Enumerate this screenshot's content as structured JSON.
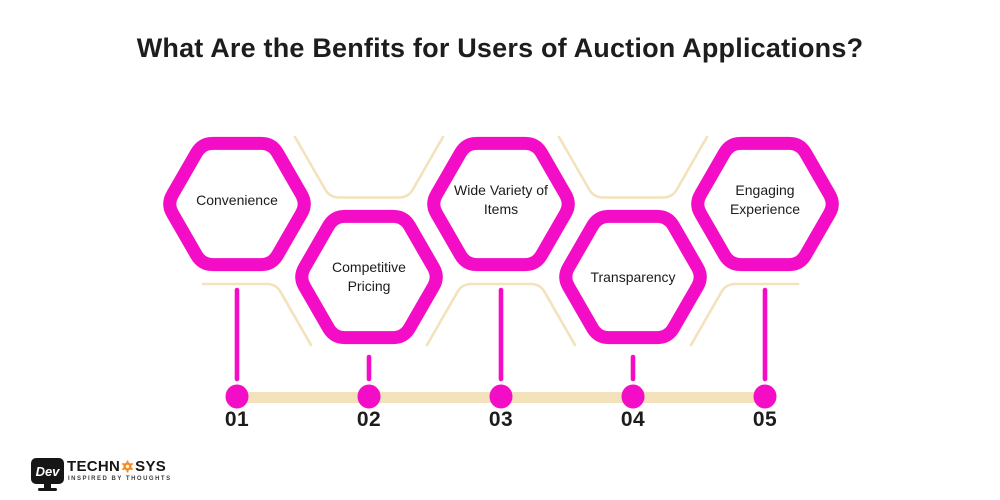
{
  "title": "What Are the Benfits for Users of Auction Applications?",
  "benefits": [
    {
      "number": "01",
      "label": "Convenience"
    },
    {
      "number": "02",
      "label": "Competitive Pricing"
    },
    {
      "number": "03",
      "label": "Wide Variety of Items"
    },
    {
      "number": "04",
      "label": "Transparency"
    },
    {
      "number": "05",
      "label": "Engaging Experience"
    }
  ],
  "colors": {
    "magenta": "#F40DC7",
    "beige": "#F3E2BC",
    "text": "#1C1C1C",
    "logo_black": "#161616",
    "logo_orange": "#F5891D"
  },
  "logo": {
    "monitor_text": "Dev",
    "name_left": "TECHN",
    "name_right": "SYS",
    "tagline": "INSPIRED BY THOUGHTS"
  }
}
